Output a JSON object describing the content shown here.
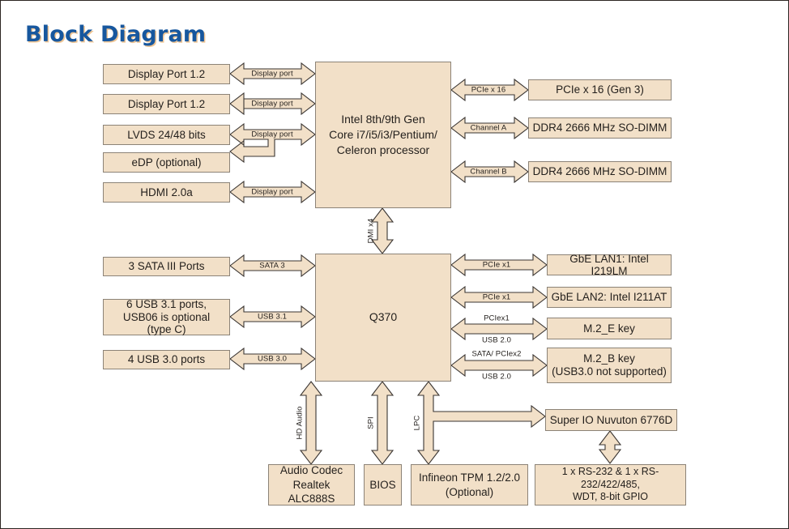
{
  "page": {
    "title": "Block Diagram",
    "title_color": "#17579e",
    "box_fill": "#f2e0c8",
    "box_border": "#8c8377",
    "arrow_fill": "#f2e0c8",
    "arrow_border": "#3a3532",
    "background": "#ffffff"
  },
  "blocks": {
    "cpu": "Intel 8th/9th Gen\nCore i7/i5/i3/Pentium/\nCeleron processor",
    "cpu_l1": "Intel 8th/9th Gen",
    "cpu_l2": "Core i7/i5/i3/Pentium/",
    "cpu_l3": "Celeron processor",
    "pch": "Q370",
    "dp1": "Display Port 1.2",
    "dp2": "Display Port 1.2",
    "lvds": "LVDS 24/48 bits",
    "edp": "eDP (optional)",
    "hdmi": "HDMI 2.0a",
    "pcie_x16": "PCIe x 16 (Gen 3)",
    "ddr4_a": "DDR4 2666 MHz SO-DIMM",
    "ddr4_b": "DDR4 2666 MHz SO-DIMM",
    "sata_ports": "3 SATA III Ports",
    "usb31_l1": "6 USB 3.1 ports,",
    "usb31_l2": "USB06 is optional",
    "usb31_l3": "(type C)",
    "usb30_ports": "4 USB 3.0 ports",
    "lan1": "GbE LAN1: Intel I219LM",
    "lan2": "GbE LAN2: Intel I211AT",
    "m2e": "M.2_E key",
    "m2b_l1": "M.2_B key",
    "m2b_l2": "(USB3.0 not supported)",
    "audio_l1": "Audio Codec",
    "audio_l2": "Realtek ALC888S",
    "bios": "BIOS",
    "tpm_l1": "Infineon TPM 1.2/2.0",
    "tpm_l2": "(Optional)",
    "superio": "Super IO Nuvuton 6776D",
    "serial_l1": "1 x RS-232 & 1 x RS-232/422/485,",
    "serial_l2": "WDT, 8-bit GPIO"
  },
  "connections": {
    "dp1": "Display port",
    "dp2": "Display port",
    "lvds_edp": "Display port",
    "hdmi": "Display port",
    "pcie_x16": "PCIe x 16",
    "channel_a": "Channel A",
    "channel_b": "Channel B",
    "dmi": "DMI x4",
    "sata3": "SATA 3",
    "usb31": "USB 3.1",
    "usb30": "USB 3.0",
    "lan1": "PCIe x1",
    "lan2": "PCIe x1",
    "m2e_top": "PCIex1",
    "m2e_bottom": "USB 2.0",
    "m2b_top": "SATA/ PCIex2",
    "m2b_bottom": "USB 2.0",
    "hd_audio": "HD Audio",
    "spi": "SPI",
    "lpc": "LPC"
  }
}
